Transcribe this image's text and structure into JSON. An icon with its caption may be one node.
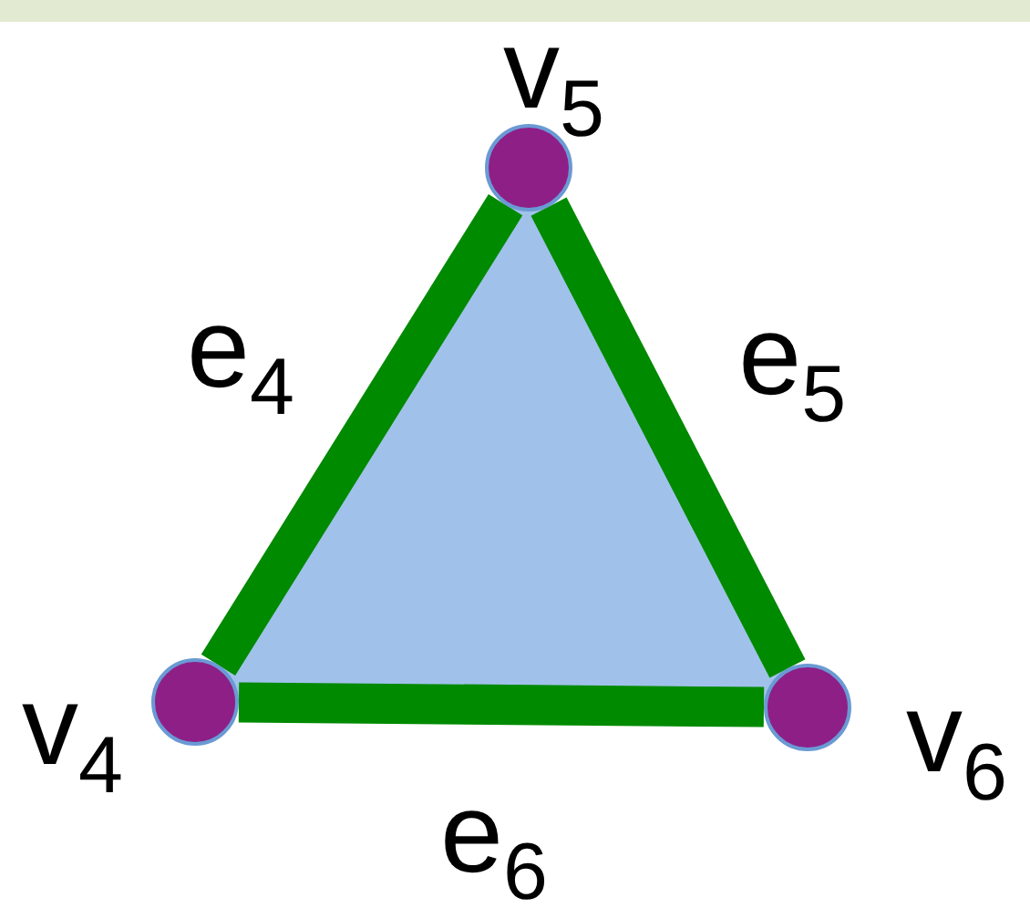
{
  "diagram": {
    "nodes": [
      {
        "text": [],
        "shape": "circle",
        "beside": [
          "v$_{5}$"
        ]
      },
      {
        "text": [],
        "shape": "circle",
        "beside": [
          "v$_{4}$"
        ]
      },
      {
        "text": [],
        "shape": "circle",
        "beside": [
          "v$_{6}$"
        ]
      }
    ],
    "edges": [
      {
        "from": 0,
        "to": 1,
        "arrow": "none",
        "label": "e$_{4}$"
      },
      {
        "from": 0,
        "to": 2,
        "arrow": "none",
        "label": "e$_{5}$"
      },
      {
        "from": 1,
        "to": 2,
        "arrow": "none",
        "label": "e$_{6}$"
      }
    ]
  }
}
